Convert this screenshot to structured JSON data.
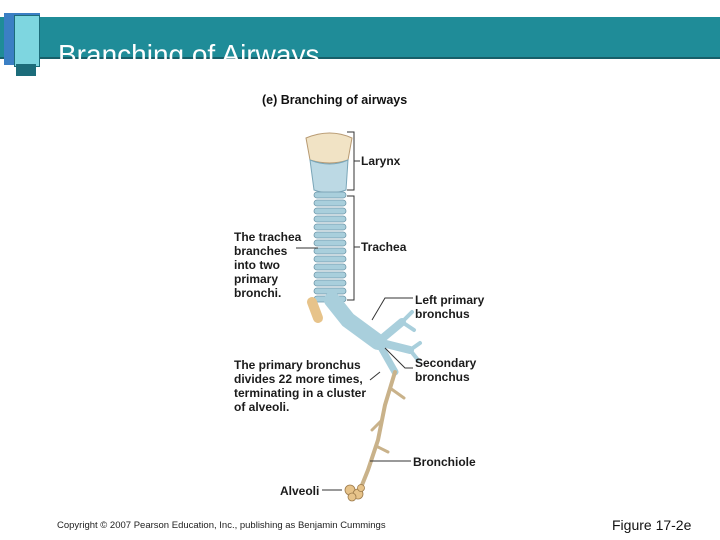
{
  "slide": {
    "title": "Branching of Airways",
    "copyright": "Copyright © 2007 Pearson Education, Inc., publishing as Benjamin Cummings",
    "figure_ref": "Figure 17-2e"
  },
  "figure": {
    "title": "(e) Branching of airways",
    "labels": {
      "larynx": "Larynx",
      "trachea": "Trachea",
      "left_primary": [
        "Left primary",
        "bronchus"
      ],
      "secondary": [
        "Secondary",
        "bronchus"
      ],
      "bronchiole": "Bronchiole",
      "alveoli": "Alveoli"
    },
    "notes": {
      "trachea_branches": [
        "The trachea",
        "branches",
        "into two",
        "primary",
        "bronchi."
      ],
      "primary_divides": [
        "The primary bronchus",
        "divides 22 more times,",
        "terminating in a cluster",
        "of alveoli."
      ]
    }
  },
  "colors": {
    "header": "#1f8c98",
    "cartilage": "#a9cfdc",
    "larynx": "#f1e3c5",
    "accent_tan": "#e7c38a"
  }
}
